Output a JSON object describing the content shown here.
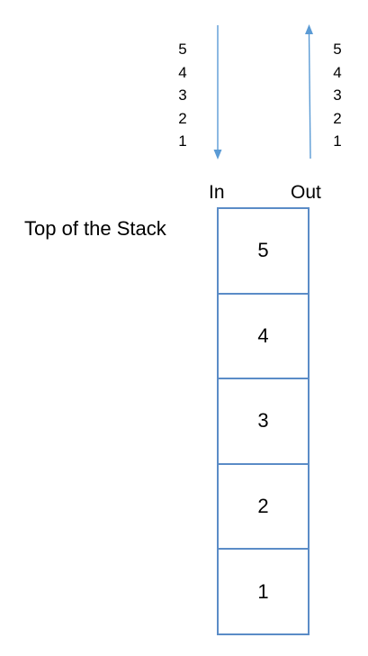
{
  "in_sequence": [
    "5",
    "4",
    "3",
    "2",
    "1"
  ],
  "out_sequence": [
    "5",
    "4",
    "3",
    "2",
    "1"
  ],
  "labels": {
    "in": "In",
    "out": "Out",
    "top": "Top of the Stack"
  },
  "stack_cells": [
    "5",
    "4",
    "3",
    "2",
    "1"
  ],
  "colors": {
    "arrow": "#5b9bd5",
    "box_border": "#5b8cc7"
  }
}
